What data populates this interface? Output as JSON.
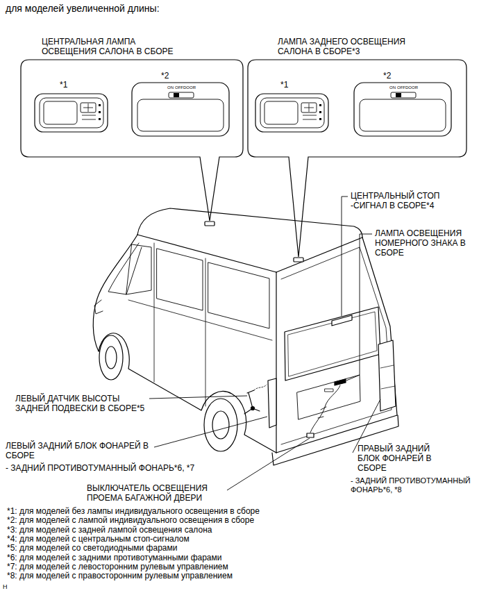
{
  "diagram": {
    "title": "для моделей увеличенной длины:",
    "nodes": [
      {
        "text": [
          "ЦЕНТРАЛЬНАЯ ЛАМПА ОСВЕЩЕНИЯ САЛОНА В СБОРЕ"
        ]
      },
      {
        "text": [
          "ЛАМПА ЗАДНЕГО ОСВЕЩЕНИЯ САЛОНА В СБОРЕ*3"
        ]
      }
    ],
    "labels": [
      "*1",
      "*2",
      "ON",
      "OFF",
      "DOOR",
      "*1",
      "*2",
      "ON",
      "OFF",
      "DOOR",
      "ЦЕНТРАЛЬНЫЙ СТОП -СИГНАЛ В СБОРЕ*4",
      "ЛАМПА ОСВЕЩЕНИЯ НОМЕРНОГО ЗНАКА В СБОРЕ",
      "ЛЕВЫЙ ДАТЧИК ВЫСОТЫ ЗАДНЕЙ ПОДВЕСКИ В СБОРЕ*5",
      "ЛЕВЫЙ ЗАДНИЙ БЛОК ФОНАРЕЙ В СБОРЕ",
      "- ЗАДНИЙ ПРОТИВОТУМАННЫЙ ФОНАРЬ*6, *7",
      "ВЫКЛЮЧАТЕЛЬ ОСВЕЩЕНИЯ ПРОЕМА БАГАЖНОЙ ДВЕРИ",
      "ПРАВЫЙ ЗАДНИЙ БЛОК ФОНАРЕЙ В СБОРЕ",
      "- ЗАДНИЙ ПРОТИВОТУМАННЫЙ ФОНАРЬ*6, *8",
      "*1: для моделей без лампы индивидуального освещения в сборе",
      "*2: для моделей с лампой индивидуального освещения в сборе",
      "*3: для моделей с задней лампой освещения салона",
      "*4: для моделей с центральным стоп-сигналом",
      "*5: для моделей со светодиодными фарами",
      "*6: для моделей с задними противотуманными фарами",
      "*7: для моделей с левосторонним рулевым управлением",
      "*8: для моделей с правосторонним рулевым управлением",
      "H"
    ]
  }
}
